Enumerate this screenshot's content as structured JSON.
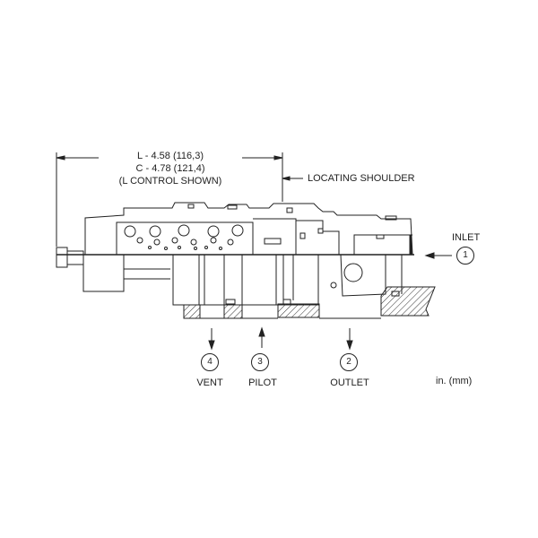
{
  "dimensions": {
    "line1": "L - 4.58 (116,3)",
    "line2": "C - 4.78 (121,4)",
    "line3": "(L CONTROL SHOWN)"
  },
  "callout": "LOCATING SHOULDER",
  "ports": [
    {
      "number": "1",
      "name": "INLET"
    },
    {
      "number": "2",
      "name": "OUTLET"
    },
    {
      "number": "3",
      "name": "PILOT"
    },
    {
      "number": "4",
      "name": "VENT"
    }
  ],
  "units": "in. (mm)"
}
